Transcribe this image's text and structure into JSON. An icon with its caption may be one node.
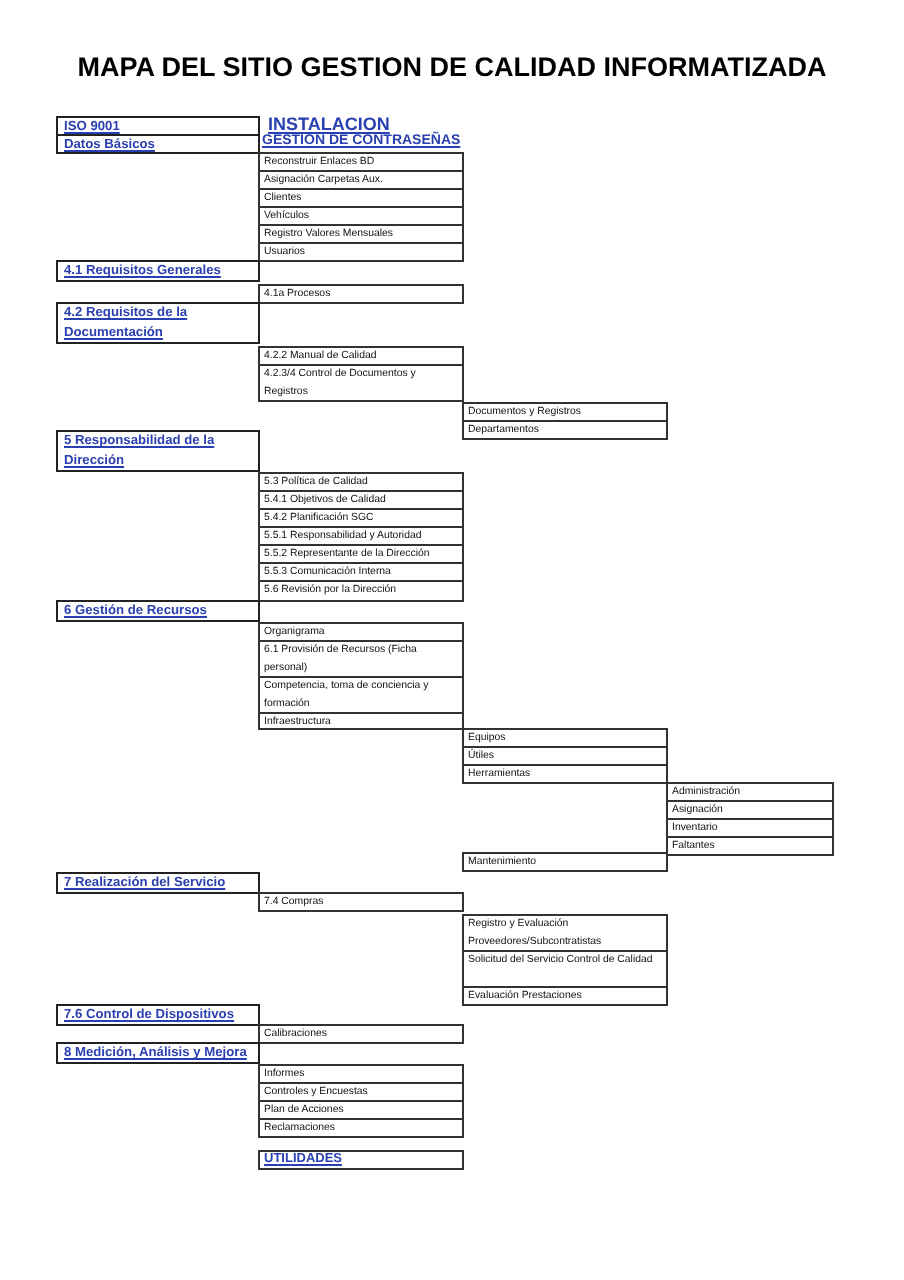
{
  "diagram": {
    "title": "MAPA DEL SITIO GESTION DE CALIDAD INFORMATIZADA",
    "nodes": [
      {
        "text": [
          "ISO 9001"
        ]
      },
      {
        "text": [
          "Datos Básicos"
        ]
      },
      {
        "text": [
          "Reconstruir Enlaces BD"
        ]
      },
      {
        "text": [
          "Asignación Carpetas Aux."
        ]
      },
      {
        "text": [
          "Clientes"
        ]
      },
      {
        "text": [
          "Vehículos"
        ]
      },
      {
        "text": [
          "Registro Valores Mensuales"
        ]
      },
      {
        "text": [
          "Usuarios"
        ]
      },
      {
        "text": [
          "4.1 Requisitos Generales"
        ]
      },
      {
        "text": [
          "4.1a Procesos"
        ]
      },
      {
        "text": [
          "4.2 Requisitos de la Documentación"
        ]
      },
      {
        "text": [
          "4.2.2 Manual de Calidad"
        ]
      },
      {
        "text": [
          "4.2.3/4 Control de Documentos y Registros"
        ]
      },
      {
        "text": [
          "Documentos y Registros"
        ]
      },
      {
        "text": [
          "Departamentos"
        ]
      },
      {
        "text": [
          "5 Responsabilidad de la Dirección"
        ]
      },
      {
        "text": [
          "5.3 Política de Calidad"
        ]
      },
      {
        "text": [
          "5.4.1 Objetivos de Calidad"
        ]
      },
      {
        "text": [
          "5.4.2 Planificación SGC"
        ]
      },
      {
        "text": [
          "5.5.1 Responsabilidad y Autoridad"
        ]
      },
      {
        "text": [
          "5.5.2 Representante de la Dirección"
        ]
      },
      {
        "text": [
          "5.5.3 Comunicación Interna"
        ]
      },
      {
        "text": [
          "5.6 Revisión por la Dirección"
        ]
      },
      {
        "text": [
          "6 Gestión de Recursos"
        ]
      },
      {
        "text": [
          "Organigrama"
        ]
      },
      {
        "text": [
          "6.1 Provisión de Recursos (Ficha personal)"
        ]
      },
      {
        "text": [
          "Competencia, toma de conciencia y formación"
        ]
      },
      {
        "text": [
          "Infraestructura"
        ]
      },
      {
        "text": [
          "Equipos"
        ]
      },
      {
        "text": [
          "Útiles"
        ]
      },
      {
        "text": [
          "Herramientas"
        ]
      },
      {
        "text": [
          "Administración"
        ]
      },
      {
        "text": [
          "Asignación"
        ]
      },
      {
        "text": [
          "Inventario"
        ]
      },
      {
        "text": [
          "Faltantes"
        ]
      },
      {
        "text": [
          "Mantenimiento"
        ]
      },
      {
        "text": [
          "7 Realización del Servicio"
        ]
      },
      {
        "text": [
          "7.4 Compras"
        ]
      },
      {
        "text": [
          "Registro y Evaluación Proveedores/Subcontratistas"
        ]
      },
      {
        "text": [
          "Solicitud del Servicio Control de Calidad"
        ]
      },
      {
        "text": [
          "Evaluación Prestaciones"
        ]
      },
      {
        "text": [
          "7.6 Control de Dispositivos"
        ]
      },
      {
        "text": [
          "Calibraciones"
        ]
      },
      {
        "text": [
          "8 Medición, Análisis y Mejora"
        ]
      },
      {
        "text": [
          "Informes"
        ]
      },
      {
        "text": [
          "Controles y Encuestas"
        ]
      },
      {
        "text": [
          "Plan de Acciones"
        ]
      },
      {
        "text": [
          "Reclamaciones"
        ]
      },
      {
        "text": [
          "UTILIDADES"
        ]
      }
    ],
    "labels": [
      "INSTALACION",
      "GESTION DE CONTRASEÑAS"
    ]
  }
}
